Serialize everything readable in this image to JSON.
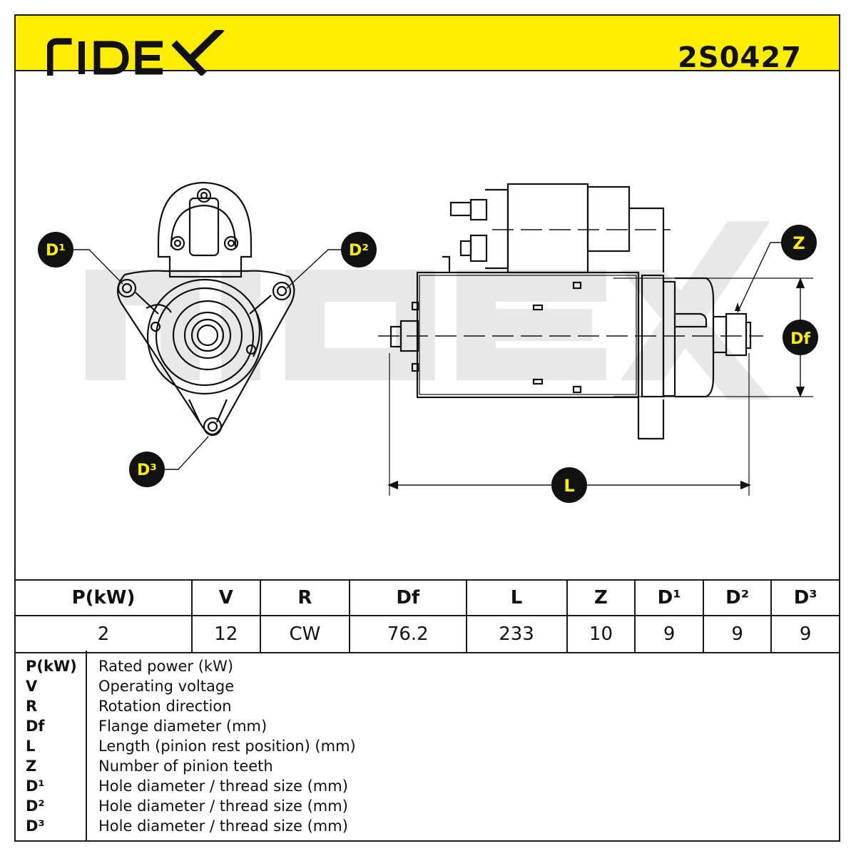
{
  "header": {
    "brand": "RIDEX",
    "part_number": "2S0427"
  },
  "drawing": {
    "callouts": {
      "d1": "D¹",
      "d2": "D²",
      "d3": "D³",
      "z": "Z",
      "df": "Df",
      "l": "L"
    },
    "watermark": "RIDEX"
  },
  "specs": {
    "headers": [
      "P(kW)",
      "V",
      "R",
      "Df",
      "L",
      "Z",
      "D¹",
      "D²",
      "D³"
    ],
    "values": [
      "2",
      "12",
      "CW",
      "76.2",
      "233",
      "10",
      "9",
      "9",
      "9"
    ]
  },
  "legend": [
    {
      "symbol": "P(kW)",
      "description": "Rated power (kW)"
    },
    {
      "symbol": "V",
      "description": "Operating voltage"
    },
    {
      "symbol": "R",
      "description": "Rotation direction"
    },
    {
      "symbol": "Df",
      "description": "Flange diameter (mm)"
    },
    {
      "symbol": "L",
      "description": "Length (pinion rest position) (mm)"
    },
    {
      "symbol": "Z",
      "description": "Number of pinion teeth"
    },
    {
      "symbol": "D¹",
      "description": "Hole diameter / thread size (mm)"
    },
    {
      "symbol": "D²",
      "description": "Hole diameter / thread size (mm)"
    },
    {
      "symbol": "D³",
      "description": "Hole diameter / thread size (mm)"
    }
  ],
  "colors": {
    "brand_yellow": "#ffed00",
    "line": "#1a1a1a",
    "watermark": "#e6e6e6"
  }
}
